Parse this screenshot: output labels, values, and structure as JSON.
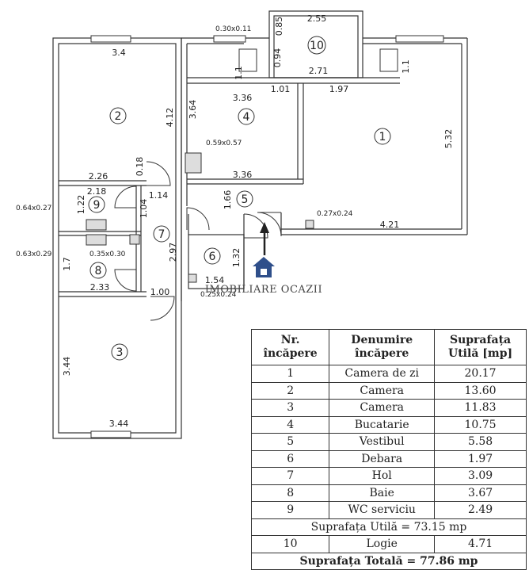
{
  "plan": {
    "rooms": [
      {
        "id": "1",
        "label": "1"
      },
      {
        "id": "2",
        "label": "2"
      },
      {
        "id": "3",
        "label": "3"
      },
      {
        "id": "4",
        "label": "4"
      },
      {
        "id": "5",
        "label": "5"
      },
      {
        "id": "6",
        "label": "6"
      },
      {
        "id": "7",
        "label": "7"
      },
      {
        "id": "8",
        "label": "8"
      },
      {
        "id": "9",
        "label": "9"
      },
      {
        "id": "10",
        "label": "10"
      }
    ],
    "dimensions": [
      "3.4",
      "4.12",
      "2.26",
      "0.18",
      "2.18",
      "1.14",
      "1.22",
      "1.04",
      "1.7",
      "2.33",
      "1.00",
      "2.97",
      "3.44",
      "3.44",
      "3.64",
      "3.36",
      "3.36",
      "1.66",
      "1.32",
      "1.54",
      "5.32",
      "4.21",
      "2.55",
      "0.85",
      "0.94",
      "1.1",
      "1.1",
      "2.71",
      "1.01",
      "1.97"
    ],
    "fixtures": [
      "0.30x0.11",
      "0.59x0.57",
      "0.64x0.27",
      "0.63x0.29",
      "0.35x0.30",
      "0.25x0.24",
      "0.27x0.24"
    ]
  },
  "watermark": "IMOBILIARE OCAZII",
  "table": {
    "headers": [
      [
        "Nr.",
        "încăpere"
      ],
      [
        "Denumire",
        "încăpere"
      ],
      [
        "Suprafața",
        "Utilă [mp]"
      ]
    ],
    "rows": [
      [
        "1",
        "Camera de zi",
        "20.17"
      ],
      [
        "2",
        "Camera",
        "13.60"
      ],
      [
        "3",
        "Camera",
        "11.83"
      ],
      [
        "4",
        "Bucatarie",
        "10.75"
      ],
      [
        "5",
        "Vestibul",
        "5.58"
      ],
      [
        "6",
        "Debara",
        "1.97"
      ],
      [
        "7",
        "Hol",
        "3.09"
      ],
      [
        "8",
        "Baie",
        "3.67"
      ],
      [
        "9",
        "WC serviciu",
        "2.49"
      ]
    ],
    "subtotal": "Suprafața Utilă = 73.15 mp",
    "loggia_row": [
      "10",
      "Logie",
      "4.71"
    ],
    "total": "Suprafața Totală = 77.86 mp"
  }
}
